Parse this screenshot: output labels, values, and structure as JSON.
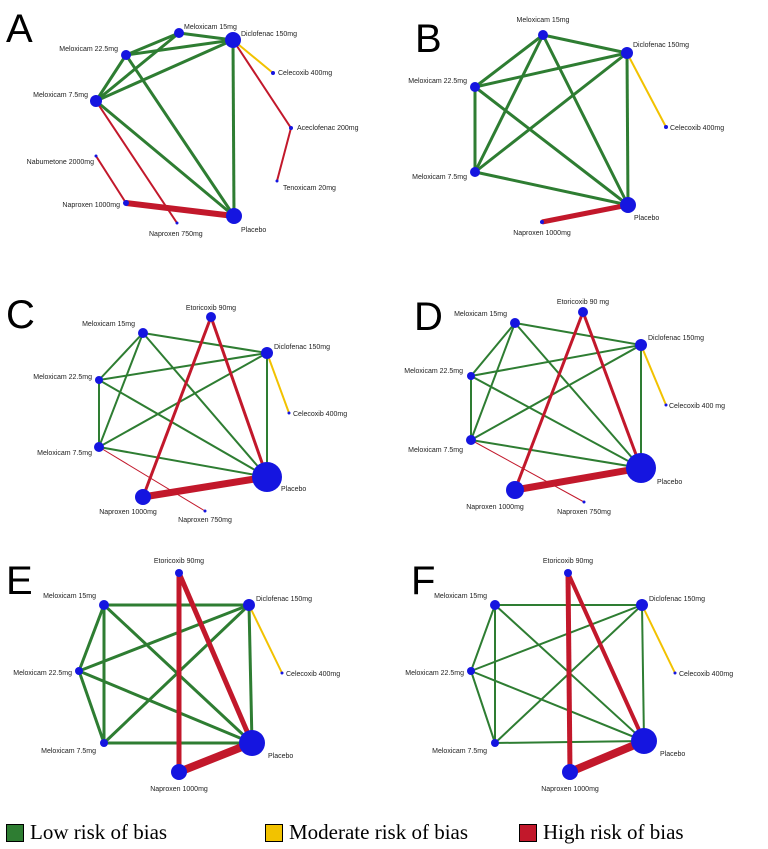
{
  "colors": {
    "low": "#2e7d32",
    "moderate": "#f2c200",
    "high": "#c2182b",
    "node": "#1515e0"
  },
  "panels": [
    {
      "letter": "A",
      "nodes": [
        {
          "id": "mel15",
          "label": "Meloxicam 15mg",
          "size": 5
        },
        {
          "id": "dic150",
          "label": "Diclofenac 150mg",
          "size": 8
        },
        {
          "id": "mel225",
          "label": "Meloxicam 22.5mg",
          "size": 5
        },
        {
          "id": "cel400",
          "label": "Celecoxib 400mg",
          "size": 2
        },
        {
          "id": "mel75",
          "label": "Meloxicam 7.5mg",
          "size": 6
        },
        {
          "id": "ace200",
          "label": "Aceclofenac 200mg",
          "size": 2
        },
        {
          "id": "nab2000",
          "label": "Nabumetone 2000mg",
          "size": 1.5
        },
        {
          "id": "ten20",
          "label": "Tenoxicam 20mg",
          "size": 1.5
        },
        {
          "id": "nap1000",
          "label": "Naproxen 1000mg",
          "size": 3
        },
        {
          "id": "nap750",
          "label": "Naproxen 750mg",
          "size": 1.5
        },
        {
          "id": "pla",
          "label": "Placebo",
          "size": 8
        }
      ],
      "edges": [
        {
          "from": "mel15",
          "to": "mel225",
          "risk": "low",
          "weight": 3
        },
        {
          "from": "mel15",
          "to": "dic150",
          "risk": "low",
          "weight": 3
        },
        {
          "from": "mel15",
          "to": "mel75",
          "risk": "low",
          "weight": 3
        },
        {
          "from": "mel225",
          "to": "dic150",
          "risk": "low",
          "weight": 3
        },
        {
          "from": "mel225",
          "to": "mel75",
          "risk": "low",
          "weight": 3
        },
        {
          "from": "mel225",
          "to": "pla",
          "risk": "low",
          "weight": 3
        },
        {
          "from": "dic150",
          "to": "mel75",
          "risk": "low",
          "weight": 3
        },
        {
          "from": "dic150",
          "to": "pla",
          "risk": "low",
          "weight": 3
        },
        {
          "from": "mel75",
          "to": "pla",
          "risk": "low",
          "weight": 3
        },
        {
          "from": "dic150",
          "to": "cel400",
          "risk": "moderate",
          "weight": 2
        },
        {
          "from": "dic150",
          "to": "ace200",
          "risk": "high",
          "weight": 2
        },
        {
          "from": "ace200",
          "to": "ten20",
          "risk": "high",
          "weight": 2
        },
        {
          "from": "nab2000",
          "to": "nap1000",
          "risk": "high",
          "weight": 2
        },
        {
          "from": "mel75",
          "to": "nap750",
          "risk": "high",
          "weight": 2
        },
        {
          "from": "nap1000",
          "to": "pla",
          "risk": "high",
          "weight": 6
        }
      ]
    },
    {
      "letter": "B",
      "nodes": [
        {
          "id": "mel15",
          "label": "Meloxicam 15mg",
          "size": 5
        },
        {
          "id": "dic150",
          "label": "Diclofenac 150mg",
          "size": 6
        },
        {
          "id": "mel225",
          "label": "Meloxicam 22.5mg",
          "size": 5
        },
        {
          "id": "cel400",
          "label": "Celecoxib 400mg",
          "size": 2
        },
        {
          "id": "mel75",
          "label": "Meloxicam 7.5mg",
          "size": 5
        },
        {
          "id": "nap1000",
          "label": "Naproxen 1000mg",
          "size": 2
        },
        {
          "id": "pla",
          "label": "Placebo",
          "size": 8
        }
      ],
      "edges": [
        {
          "from": "mel15",
          "to": "mel225",
          "risk": "low",
          "weight": 3
        },
        {
          "from": "mel15",
          "to": "dic150",
          "risk": "low",
          "weight": 3
        },
        {
          "from": "mel15",
          "to": "mel75",
          "risk": "low",
          "weight": 3
        },
        {
          "from": "mel15",
          "to": "pla",
          "risk": "low",
          "weight": 3
        },
        {
          "from": "mel225",
          "to": "dic150",
          "risk": "low",
          "weight": 3
        },
        {
          "from": "mel225",
          "to": "mel75",
          "risk": "low",
          "weight": 3
        },
        {
          "from": "mel225",
          "to": "pla",
          "risk": "low",
          "weight": 3
        },
        {
          "from": "dic150",
          "to": "mel75",
          "risk": "low",
          "weight": 3
        },
        {
          "from": "dic150",
          "to": "pla",
          "risk": "low",
          "weight": 3
        },
        {
          "from": "mel75",
          "to": "pla",
          "risk": "low",
          "weight": 3
        },
        {
          "from": "dic150",
          "to": "cel400",
          "risk": "moderate",
          "weight": 2
        },
        {
          "from": "nap1000",
          "to": "pla",
          "risk": "high",
          "weight": 5
        }
      ]
    },
    {
      "letter": "C",
      "nodes": [
        {
          "id": "eto90",
          "label": "Etoricoxib 90mg",
          "size": 5
        },
        {
          "id": "mel15",
          "label": "Meloxicam 15mg",
          "size": 5
        },
        {
          "id": "dic150",
          "label": "Diclofenac 150mg",
          "size": 6
        },
        {
          "id": "mel225",
          "label": "Meloxicam 22.5mg",
          "size": 4
        },
        {
          "id": "cel400",
          "label": "Celecoxib 400mg",
          "size": 1.5
        },
        {
          "id": "mel75",
          "label": "Meloxicam 7.5mg",
          "size": 5
        },
        {
          "id": "pla",
          "label": "Placebo",
          "size": 15
        },
        {
          "id": "nap1000",
          "label": "Naproxen 1000mg",
          "size": 8
        },
        {
          "id": "nap750",
          "label": "Naproxen 750mg",
          "size": 1.5
        }
      ],
      "edges": [
        {
          "from": "mel15",
          "to": "mel225",
          "risk": "low",
          "weight": 2
        },
        {
          "from": "mel15",
          "to": "dic150",
          "risk": "low",
          "weight": 2
        },
        {
          "from": "mel15",
          "to": "mel75",
          "risk": "low",
          "weight": 2
        },
        {
          "from": "mel15",
          "to": "pla",
          "risk": "low",
          "weight": 2
        },
        {
          "from": "mel225",
          "to": "dic150",
          "risk": "low",
          "weight": 2
        },
        {
          "from": "mel225",
          "to": "mel75",
          "risk": "low",
          "weight": 2
        },
        {
          "from": "mel225",
          "to": "pla",
          "risk": "low",
          "weight": 2
        },
        {
          "from": "dic150",
          "to": "mel75",
          "risk": "low",
          "weight": 2
        },
        {
          "from": "dic150",
          "to": "pla",
          "risk": "low",
          "weight": 2
        },
        {
          "from": "mel75",
          "to": "pla",
          "risk": "low",
          "weight": 2
        },
        {
          "from": "dic150",
          "to": "cel400",
          "risk": "moderate",
          "weight": 2
        },
        {
          "from": "eto90",
          "to": "nap1000",
          "risk": "high",
          "weight": 3
        },
        {
          "from": "eto90",
          "to": "pla",
          "risk": "high",
          "weight": 3
        },
        {
          "from": "nap1000",
          "to": "pla",
          "risk": "high",
          "weight": 7
        },
        {
          "from": "mel75",
          "to": "nap750",
          "risk": "high",
          "weight": 1
        }
      ]
    },
    {
      "letter": "D",
      "nodes": [
        {
          "id": "eto90",
          "label": "Etoricoxib 90 mg",
          "size": 5
        },
        {
          "id": "mel15",
          "label": "Meloxicam 15mg",
          "size": 5
        },
        {
          "id": "dic150",
          "label": "Diclofenac 150mg",
          "size": 6
        },
        {
          "id": "mel225",
          "label": "Meloxicam 22.5mg",
          "size": 4
        },
        {
          "id": "cel400",
          "label": "Celecoxib 400 mg",
          "size": 1.5
        },
        {
          "id": "mel75",
          "label": "Meloxicam 7.5mg",
          "size": 5
        },
        {
          "id": "pla",
          "label": "Placebo",
          "size": 15
        },
        {
          "id": "nap1000",
          "label": "Naproxen 1000mg",
          "size": 9
        },
        {
          "id": "nap750",
          "label": "Naproxen 750mg",
          "size": 1.5
        }
      ],
      "edges": [
        {
          "from": "mel15",
          "to": "mel225",
          "risk": "low",
          "weight": 2
        },
        {
          "from": "mel15",
          "to": "dic150",
          "risk": "low",
          "weight": 2
        },
        {
          "from": "mel15",
          "to": "mel75",
          "risk": "low",
          "weight": 2
        },
        {
          "from": "mel15",
          "to": "pla",
          "risk": "low",
          "weight": 2
        },
        {
          "from": "mel225",
          "to": "dic150",
          "risk": "low",
          "weight": 2
        },
        {
          "from": "mel225",
          "to": "mel75",
          "risk": "low",
          "weight": 2
        },
        {
          "from": "mel225",
          "to": "pla",
          "risk": "low",
          "weight": 2
        },
        {
          "from": "dic150",
          "to": "mel75",
          "risk": "low",
          "weight": 2
        },
        {
          "from": "dic150",
          "to": "pla",
          "risk": "low",
          "weight": 2
        },
        {
          "from": "mel75",
          "to": "pla",
          "risk": "low",
          "weight": 2
        },
        {
          "from": "dic150",
          "to": "cel400",
          "risk": "moderate",
          "weight": 2
        },
        {
          "from": "eto90",
          "to": "nap1000",
          "risk": "high",
          "weight": 3
        },
        {
          "from": "eto90",
          "to": "pla",
          "risk": "high",
          "weight": 3
        },
        {
          "from": "nap1000",
          "to": "pla",
          "risk": "high",
          "weight": 7
        },
        {
          "from": "mel75",
          "to": "nap750",
          "risk": "high",
          "weight": 1
        }
      ]
    },
    {
      "letter": "E",
      "nodes": [
        {
          "id": "eto90",
          "label": "Etoricoxib 90mg",
          "size": 4
        },
        {
          "id": "mel15",
          "label": "Meloxicam 15mg",
          "size": 5
        },
        {
          "id": "dic150",
          "label": "Diclofenac 150mg",
          "size": 6
        },
        {
          "id": "mel225",
          "label": "Meloxicam 22.5mg",
          "size": 4
        },
        {
          "id": "cel400",
          "label": "Celecoxib 400mg",
          "size": 1.5
        },
        {
          "id": "mel75",
          "label": "Meloxicam 7.5mg",
          "size": 4
        },
        {
          "id": "pla",
          "label": "Placebo",
          "size": 13
        },
        {
          "id": "nap1000",
          "label": "Naproxen 1000mg",
          "size": 8
        }
      ],
      "edges": [
        {
          "from": "mel15",
          "to": "mel225",
          "risk": "low",
          "weight": 3
        },
        {
          "from": "mel15",
          "to": "dic150",
          "risk": "low",
          "weight": 3
        },
        {
          "from": "mel15",
          "to": "mel75",
          "risk": "low",
          "weight": 3
        },
        {
          "from": "mel15",
          "to": "pla",
          "risk": "low",
          "weight": 3
        },
        {
          "from": "mel225",
          "to": "dic150",
          "risk": "low",
          "weight": 3
        },
        {
          "from": "mel225",
          "to": "mel75",
          "risk": "low",
          "weight": 3
        },
        {
          "from": "mel225",
          "to": "pla",
          "risk": "low",
          "weight": 3
        },
        {
          "from": "dic150",
          "to": "mel75",
          "risk": "low",
          "weight": 3
        },
        {
          "from": "dic150",
          "to": "pla",
          "risk": "low",
          "weight": 3
        },
        {
          "from": "mel75",
          "to": "pla",
          "risk": "low",
          "weight": 3
        },
        {
          "from": "dic150",
          "to": "cel400",
          "risk": "moderate",
          "weight": 2
        },
        {
          "from": "eto90",
          "to": "nap1000",
          "risk": "high",
          "weight": 5
        },
        {
          "from": "eto90",
          "to": "pla",
          "risk": "high",
          "weight": 5
        },
        {
          "from": "nap1000",
          "to": "pla",
          "risk": "high",
          "weight": 8
        }
      ]
    },
    {
      "letter": "F",
      "nodes": [
        {
          "id": "eto90",
          "label": "Etoricoxib 90mg",
          "size": 4
        },
        {
          "id": "mel15",
          "label": "Meloxicam 15mg",
          "size": 5
        },
        {
          "id": "dic150",
          "label": "Diclofenac 150mg",
          "size": 6
        },
        {
          "id": "mel225",
          "label": "Meloxicam 22.5mg",
          "size": 4
        },
        {
          "id": "cel400",
          "label": "Celecoxib 400mg",
          "size": 1.5
        },
        {
          "id": "mel75",
          "label": "Meloxicam 7.5mg",
          "size": 4
        },
        {
          "id": "pla",
          "label": "Placebo",
          "size": 13
        },
        {
          "id": "nap1000",
          "label": "Naproxen 1000mg",
          "size": 8
        }
      ],
      "edges": [
        {
          "from": "mel15",
          "to": "mel225",
          "risk": "low",
          "weight": 2
        },
        {
          "from": "mel15",
          "to": "dic150",
          "risk": "low",
          "weight": 2
        },
        {
          "from": "mel15",
          "to": "mel75",
          "risk": "low",
          "weight": 2
        },
        {
          "from": "mel15",
          "to": "pla",
          "risk": "low",
          "weight": 2
        },
        {
          "from": "mel225",
          "to": "dic150",
          "risk": "low",
          "weight": 2
        },
        {
          "from": "mel225",
          "to": "mel75",
          "risk": "low",
          "weight": 2
        },
        {
          "from": "mel225",
          "to": "pla",
          "risk": "low",
          "weight": 2
        },
        {
          "from": "dic150",
          "to": "mel75",
          "risk": "low",
          "weight": 2
        },
        {
          "from": "dic150",
          "to": "pla",
          "risk": "low",
          "weight": 2
        },
        {
          "from": "mel75",
          "to": "pla",
          "risk": "low",
          "weight": 2
        },
        {
          "from": "dic150",
          "to": "cel400",
          "risk": "moderate",
          "weight": 2
        },
        {
          "from": "eto90",
          "to": "nap1000",
          "risk": "high",
          "weight": 5
        },
        {
          "from": "eto90",
          "to": "pla",
          "risk": "high",
          "weight": 4
        },
        {
          "from": "nap1000",
          "to": "pla",
          "risk": "high",
          "weight": 8
        }
      ]
    }
  ],
  "legend": [
    {
      "risk": "low",
      "label": "Low risk of bias"
    },
    {
      "risk": "moderate",
      "label": "Moderate risk of bias"
    },
    {
      "risk": "high",
      "label": "High risk of bias"
    }
  ]
}
